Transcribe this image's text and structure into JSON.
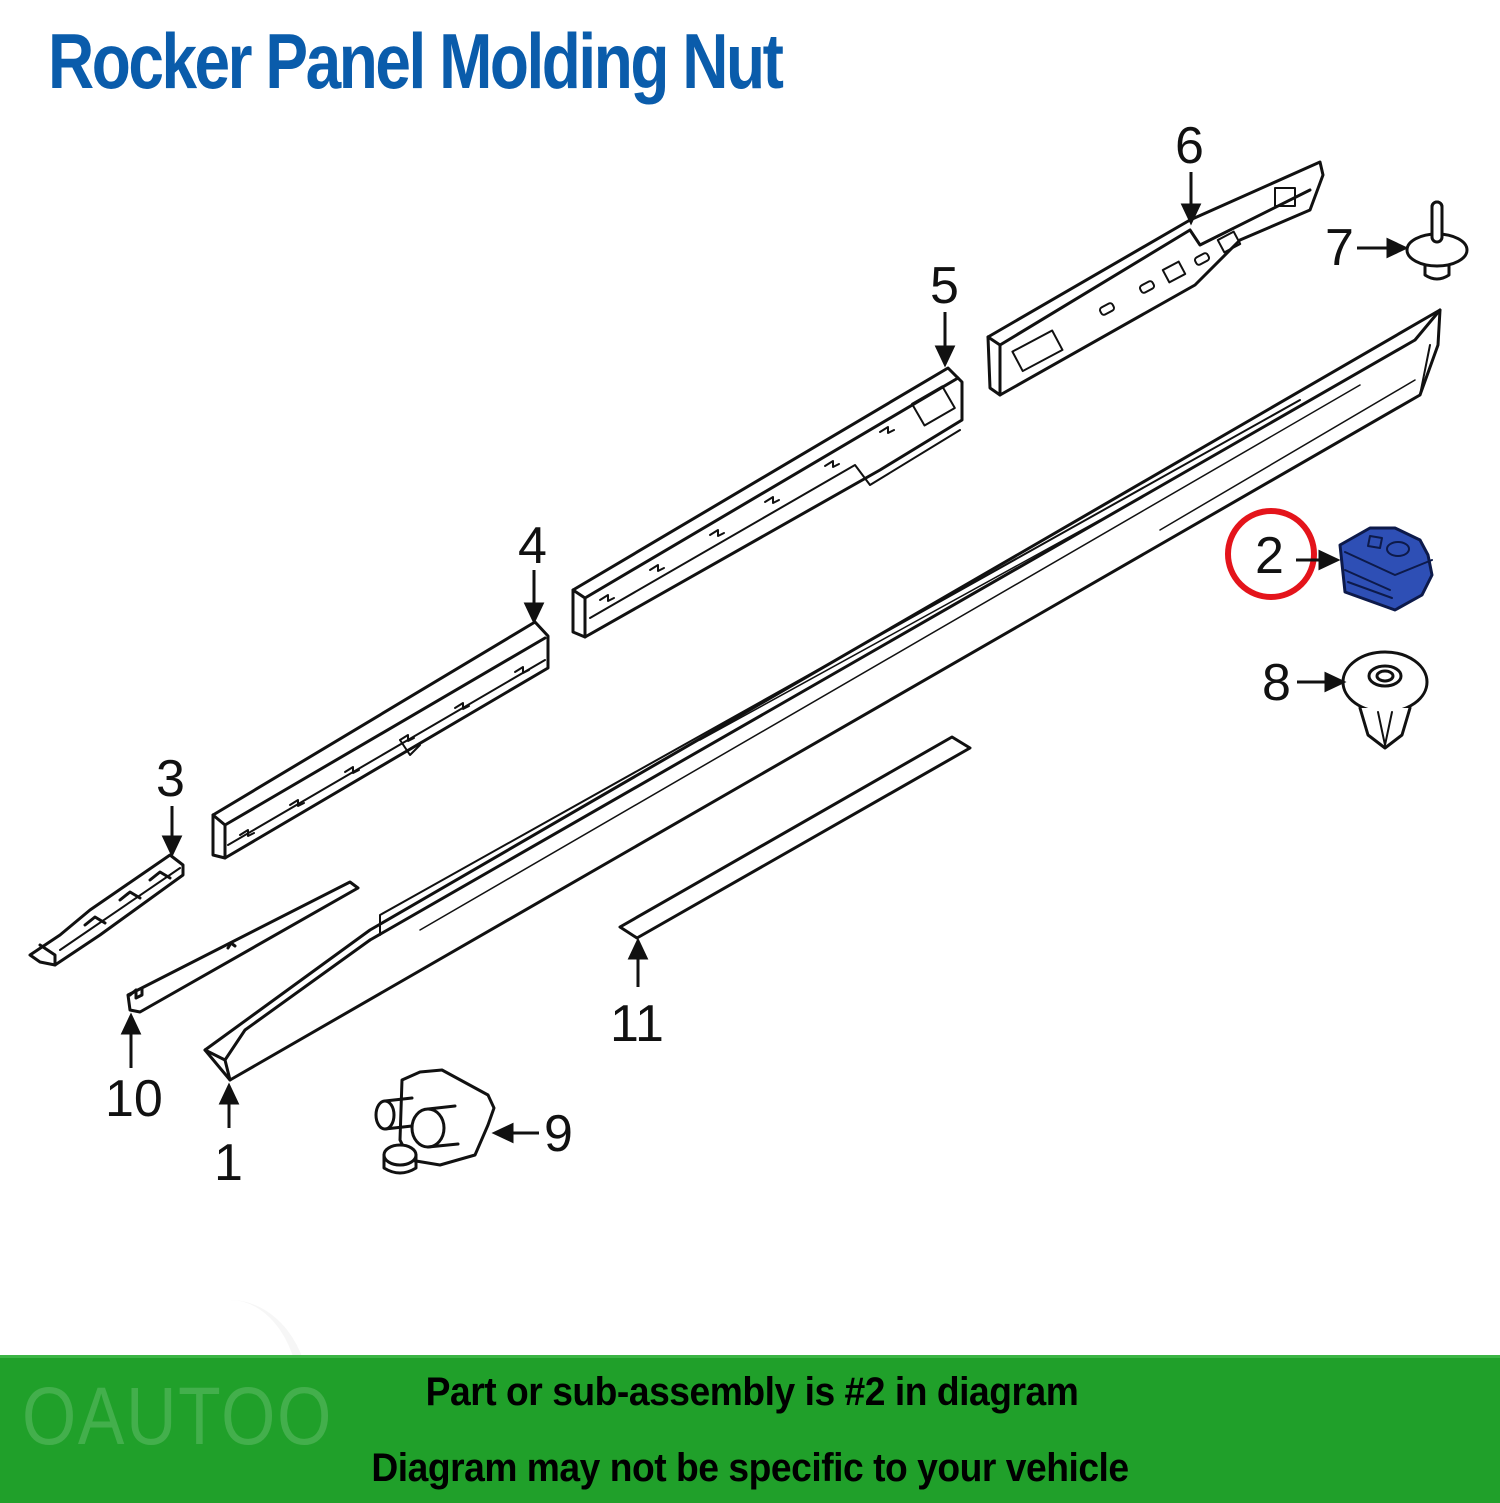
{
  "title": "Rocker Panel Molding Nut",
  "colors": {
    "title": "#0a5cab",
    "highlight_part": "#2e4fb5",
    "highlight_circle": "#e4141b",
    "footer_bg": "#20a02a",
    "line": "#111111"
  },
  "callouts": [
    {
      "id": "1",
      "label": "1"
    },
    {
      "id": "2",
      "label": "2",
      "highlighted": true
    },
    {
      "id": "3",
      "label": "3"
    },
    {
      "id": "4",
      "label": "4"
    },
    {
      "id": "5",
      "label": "5"
    },
    {
      "id": "6",
      "label": "6"
    },
    {
      "id": "7",
      "label": "7"
    },
    {
      "id": "8",
      "label": "8"
    },
    {
      "id": "9",
      "label": "9"
    },
    {
      "id": "10",
      "label": "10"
    },
    {
      "id": "11",
      "label": "11"
    }
  ],
  "footer": {
    "line1": "Part or sub-assembly is #2 in diagram",
    "line2": "Diagram may not be specific to your vehicle"
  },
  "watermark": "OAUTOO"
}
